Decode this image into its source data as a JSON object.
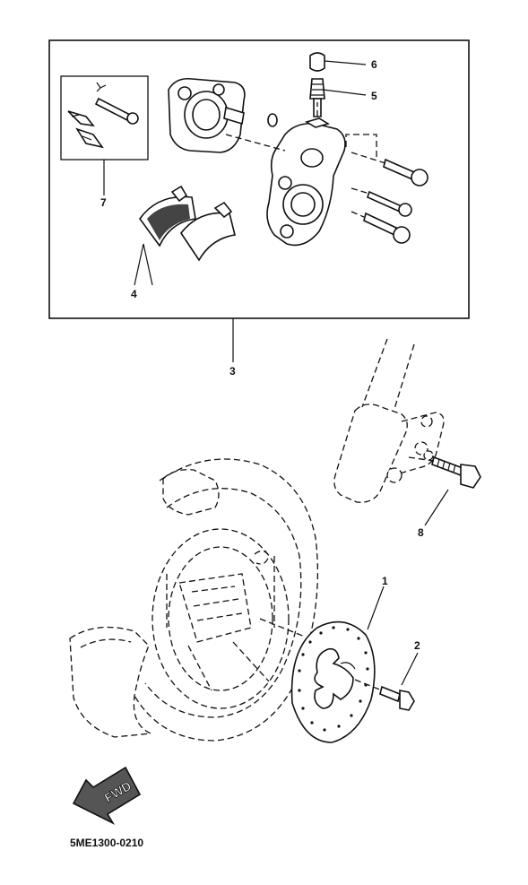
{
  "callouts": {
    "c1": "1",
    "c2": "2",
    "c3": "3",
    "c4": "4",
    "c5": "5",
    "c6": "6",
    "c7": "7",
    "c8": "8"
  },
  "arrow_label": "FWD",
  "diagram_code": "5ME1300-0210"
}
